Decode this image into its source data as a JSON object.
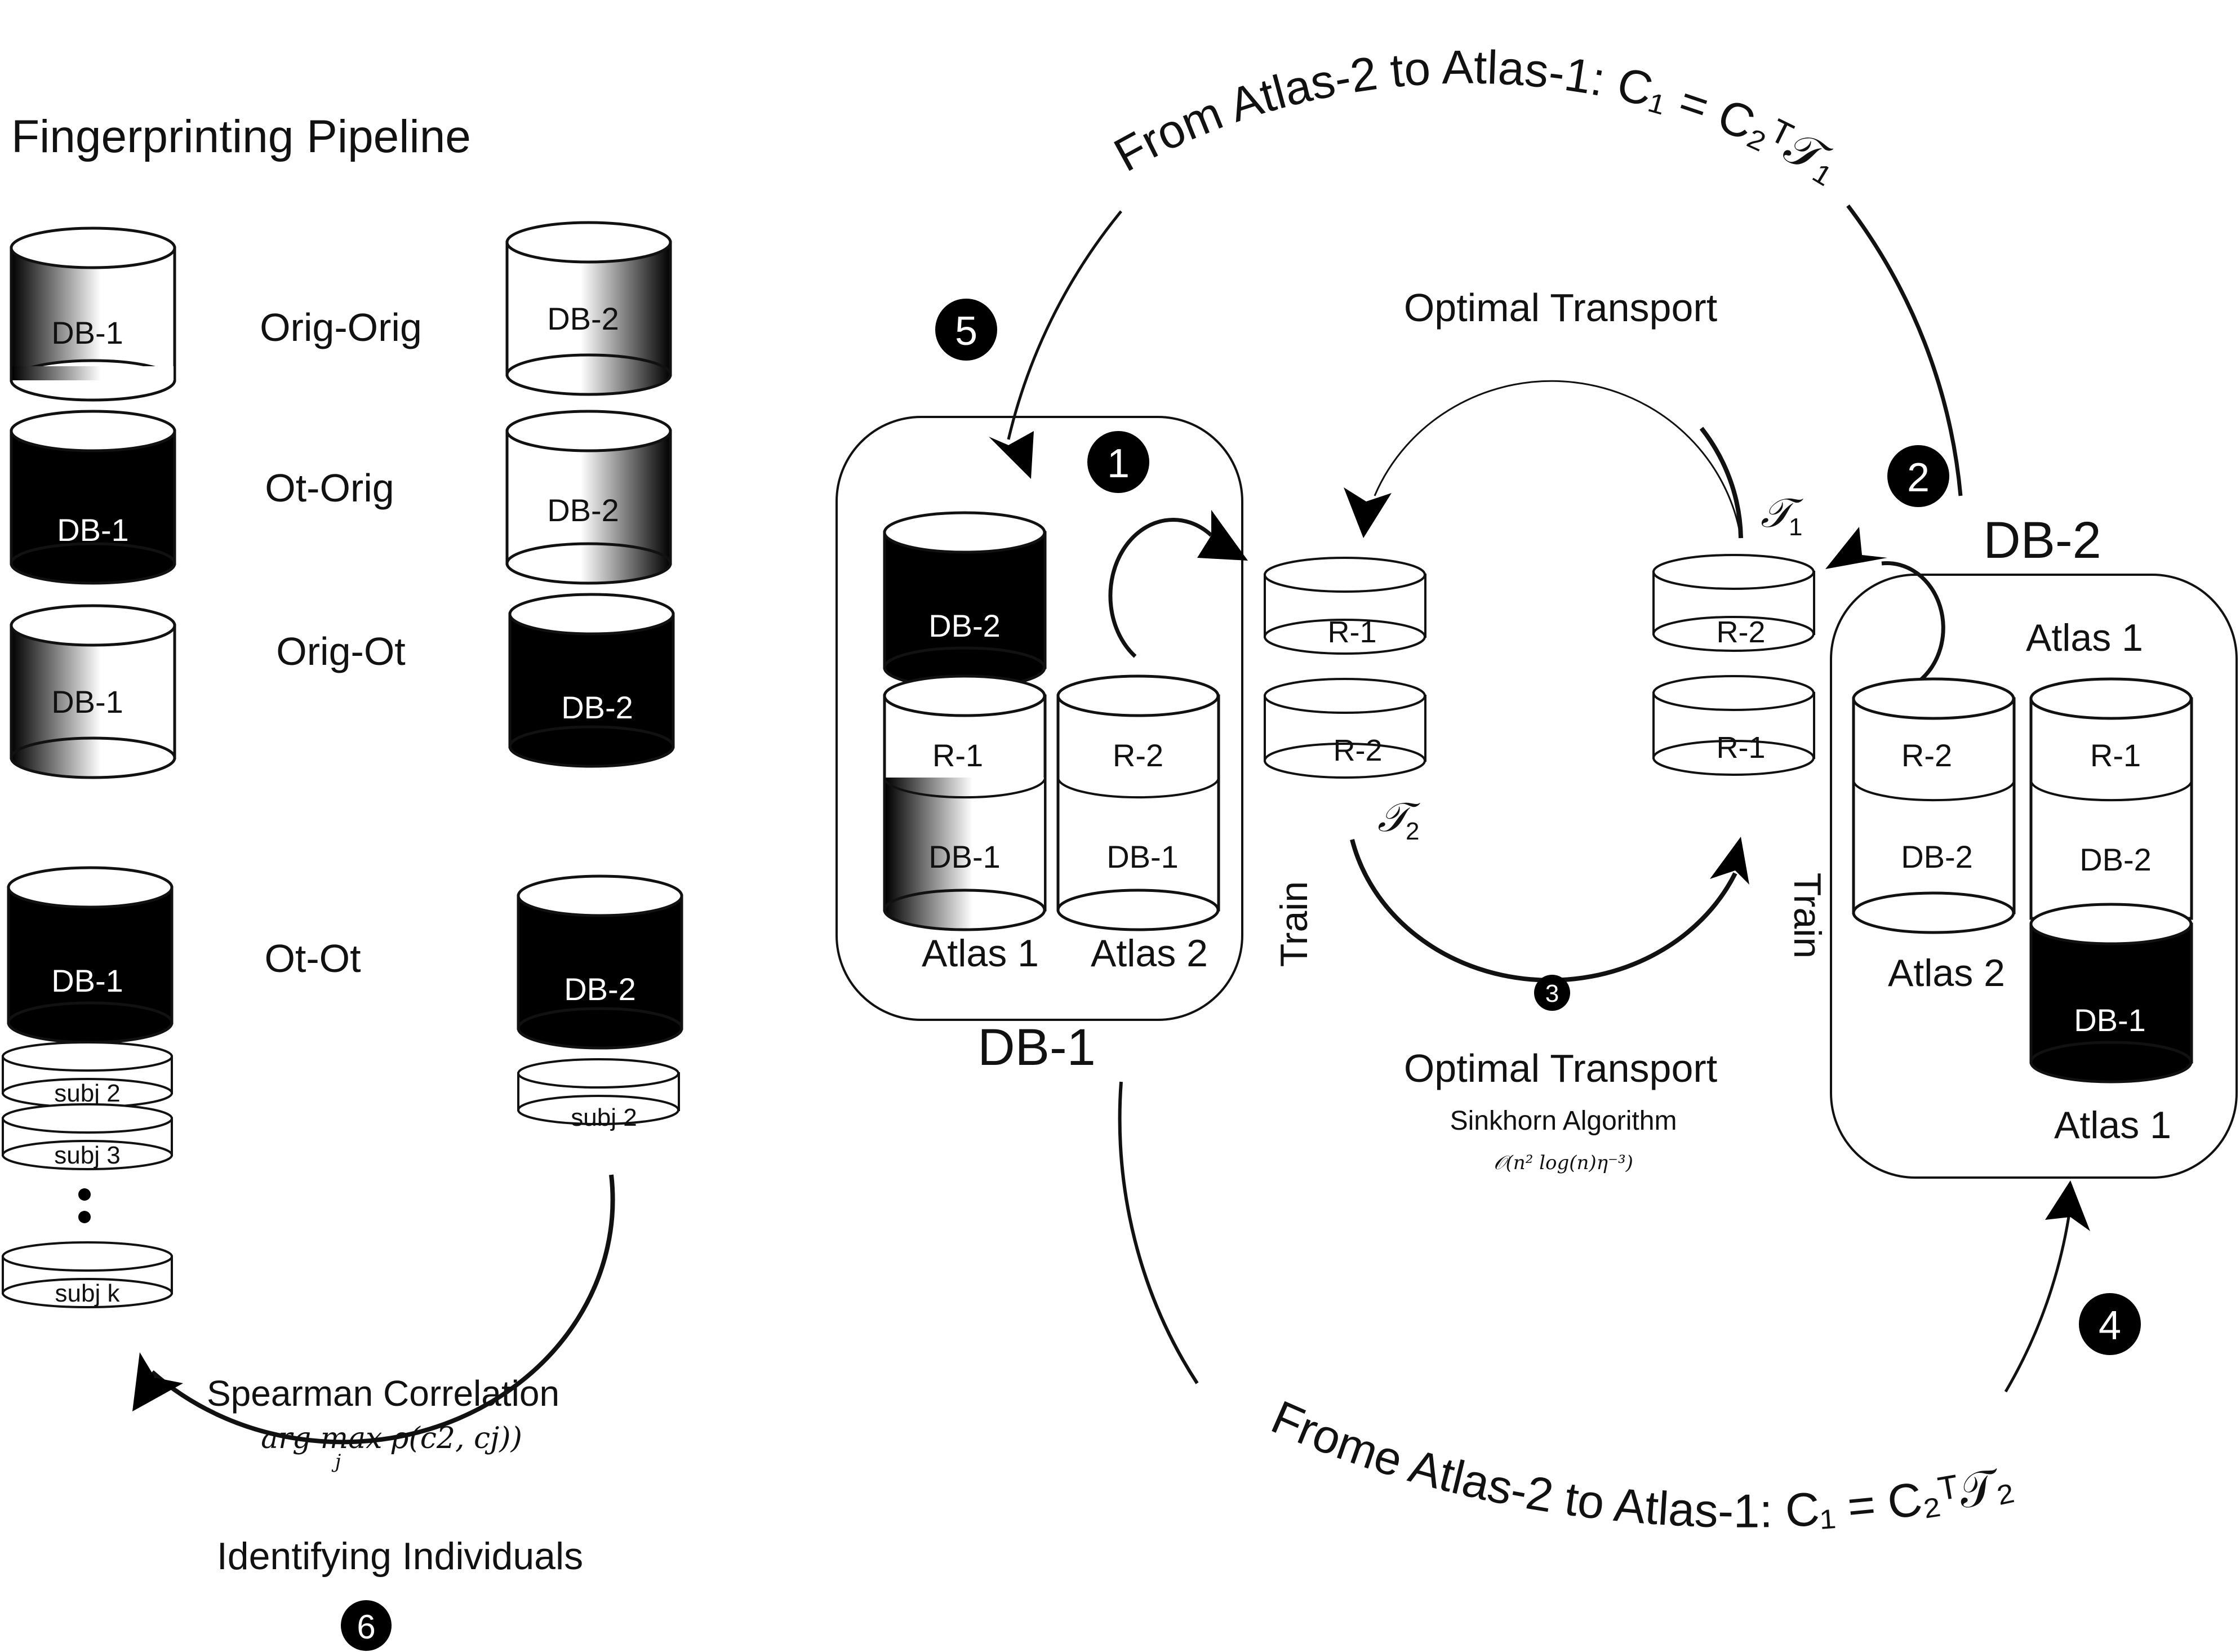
{
  "title": "Fingerprinting Pipeline",
  "pipeline": {
    "rows": [
      {
        "label": "Orig-Orig",
        "left_db": "DB-1",
        "right_db": "DB-2"
      },
      {
        "label": "Ot-Orig",
        "left_db": "DB-1",
        "right_db": "DB-2"
      },
      {
        "label": "Orig-Ot",
        "left_db": "DB-1",
        "right_db": "DB-2"
      },
      {
        "label": "Ot-Ot",
        "left_db": "DB-1",
        "right_db": "DB-2"
      }
    ],
    "subjects_left": [
      "subj 2",
      "subj 3",
      "subj k"
    ],
    "subjects_right": [
      "subj 2"
    ],
    "spearman_label": "Spearman Correlation",
    "spearman_formula": "arg max ρ(c2, cj))",
    "spearman_formula_sub": "j",
    "identify_label": "Identifying Individuals",
    "step6": "6"
  },
  "db1_box": {
    "caption": "DB-1",
    "step": "1",
    "top_db": "DB-2",
    "atlas1_top": "R-1",
    "atlas1_bottom": "DB-1",
    "atlas2_top": "R-2",
    "atlas2_bottom": "DB-1",
    "atlas1_label": "Atlas 1",
    "atlas2_label": "Atlas 2"
  },
  "db2_box": {
    "caption": "DB-2",
    "step": "2",
    "atlas1_header": "Atlas 1",
    "left_top": "R-2",
    "left_bottom": "DB-2",
    "right_top": "R-1",
    "right_mid": "DB-2",
    "right_bottom": "DB-1",
    "atlas2_label": "Atlas 2",
    "atlas1_label": "Atlas 1"
  },
  "middle": {
    "left_stack": [
      "R-1",
      "R-2"
    ],
    "right_stack": [
      "R-2",
      "R-1"
    ],
    "t1": "𝒯",
    "t1_sub": "1",
    "t2": "𝒯",
    "t2_sub": "2",
    "train_left": "Train",
    "train_right": "Train",
    "ot_top": "Optimal Transport",
    "ot_bottom": "Optimal Transport",
    "sinkhorn": "Sinkhorn Algorithm",
    "complexity": "𝒪(n² log(n)η⁻³)",
    "step3": "3"
  },
  "arcs": {
    "top_text": "From Atlas-2 to Atlas-1: C₁ = C₂ᵀ𝒯₁",
    "bottom_text": "Frome Atlas-2 to Atlas-1: C₁ = C₂ᵀ𝒯₂",
    "step4": "4",
    "step5": "5"
  },
  "colors": {
    "ink": "#111111",
    "black_cylinder": "#000000",
    "white": "#ffffff"
  }
}
